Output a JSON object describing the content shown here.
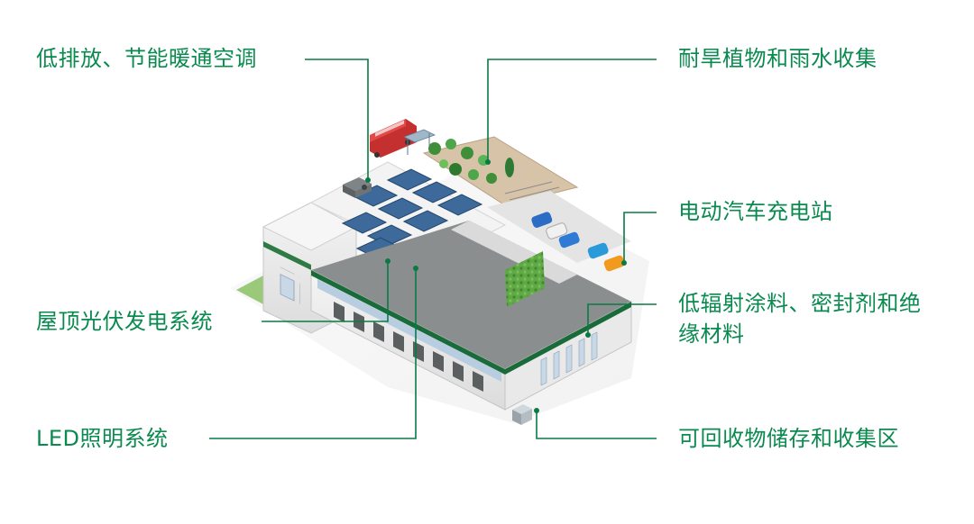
{
  "callouts": {
    "hvac": "低排放、节能暖通空调",
    "drought_plants": "耐旱植物和雨水收集",
    "ev_charging": "电动汽车充电站",
    "low_voc": "低辐射涂料、密封剂和绝缘材料",
    "rooftop_pv": "屋顶光伏发电系统",
    "led": "LED照明系统",
    "recycling": "可回收物储存和收集区"
  },
  "colors": {
    "accent_green": "#0a8a4f",
    "leader_green": "#0a7a45",
    "roof_grey": "#8b8e8f",
    "wall_white": "#eeeeee",
    "trim_green": "#1a6b3a",
    "solar_blue": "#3d6a9a"
  },
  "icons": [
    "solar-panel",
    "bus",
    "tree",
    "car",
    "hvac-unit",
    "green-wall"
  ]
}
